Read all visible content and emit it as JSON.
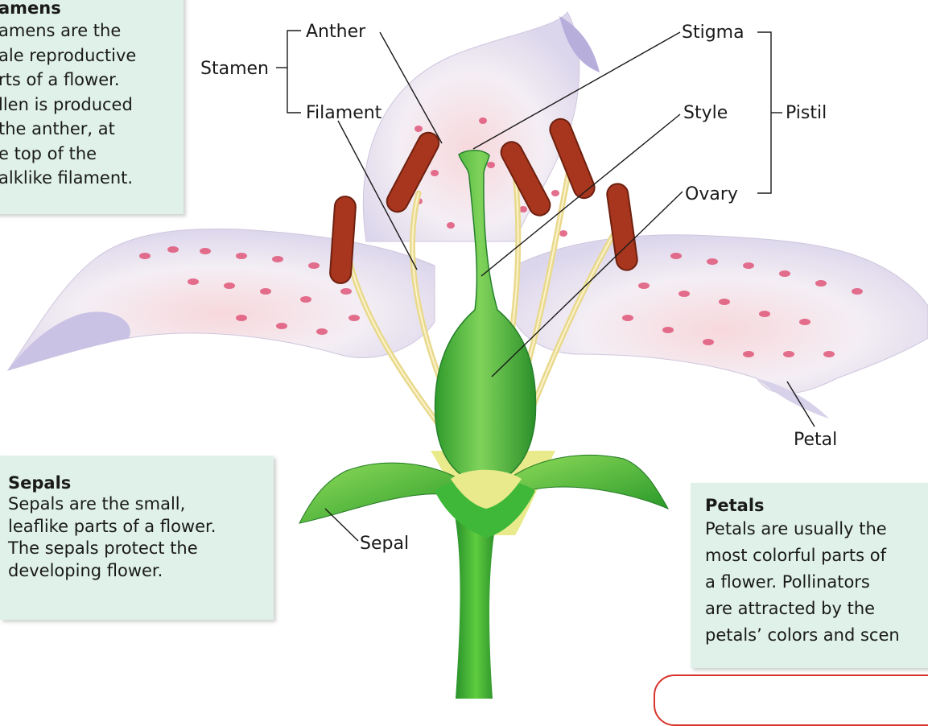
{
  "stamens_box": {
    "title": "amens",
    "lines": [
      "amens are the",
      "ale reproductive",
      "rts of a flower.",
      "llen is produced",
      "the anther, at",
      "e top of the",
      "alklike filament."
    ]
  },
  "sepals_box": {
    "title": "Sepals",
    "lines": [
      "Sepals are the small,",
      "leaflike parts of a flower.",
      "The sepals protect the",
      "developing flower."
    ]
  },
  "petals_box": {
    "title": "Petals",
    "lines": [
      "Petals are usually the",
      "most colorful parts of",
      "a flower. Pollinators",
      "are attracted by the",
      "petals’ colors and scen"
    ]
  },
  "labels": {
    "anther": "Anther",
    "stamen": "Stamen",
    "filament": "Filament",
    "stigma": "Stigma",
    "style": "Style",
    "pistil": "Pistil",
    "ovary": "Ovary",
    "petal": "Petal",
    "sepal": "Sepal"
  },
  "colors": {
    "box_background": "#dff1e8",
    "petal_white": "#f6f2f7",
    "petal_spot": "#e0577a",
    "pistil_green": "#3fb83a",
    "anther_red": "#a8361e",
    "filament_yellow": "#f0e6a0",
    "stem_green": "#2ea52d"
  }
}
